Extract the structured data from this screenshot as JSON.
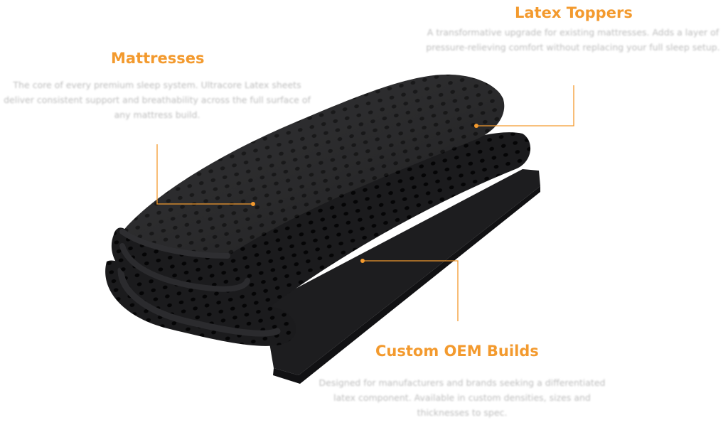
{
  "sections": {
    "latex_toppers": {
      "title": "Latex Toppers",
      "description": "A transformative upgrade for existing mattresses. Adds a layer of pressure-relieving comfort without replacing your full sleep setup."
    },
    "mattresses": {
      "title": "Mattresses",
      "description": "The core of every premium sleep system. Ultracore Latex sheets deliver consistent support and breathability across the full surface of any mattress build."
    },
    "custom_oem": {
      "title": "Custom OEM Builds",
      "description": "Designed for manufacturers and brands seeking a differentiated latex component. Available in custom densities, sizes and thicknesses to spec."
    }
  },
  "colors": {
    "accent": "#f39a2e",
    "foam": "#1c1c1e",
    "muted_text": "#bdbdbd"
  },
  "icons": [
    "latex-foam-sheet-image",
    "callout-dot-icon"
  ]
}
